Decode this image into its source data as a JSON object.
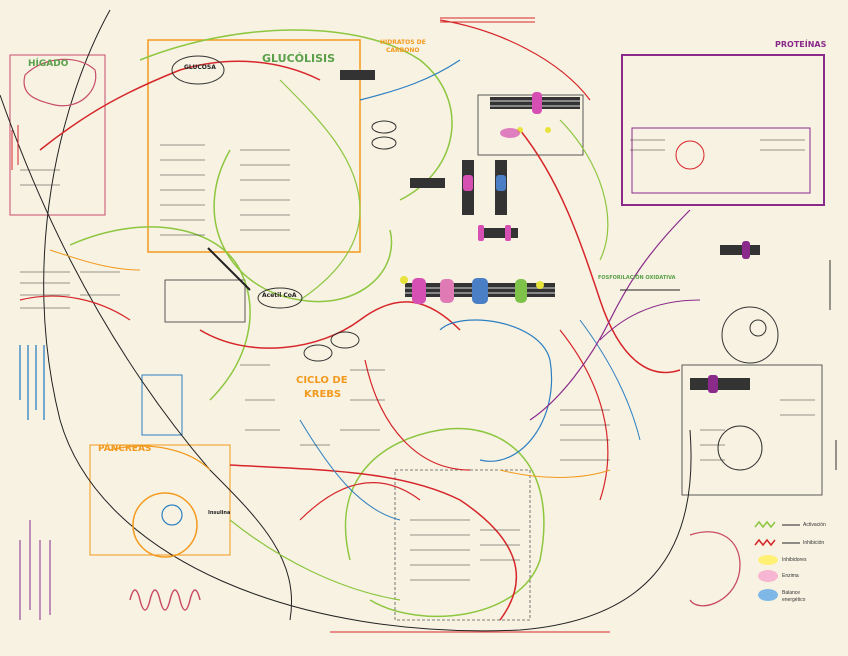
{
  "labels": {
    "glucolisis": "GLUCÓLISIS",
    "higado": "HÍGADO",
    "ciclo_krebs_line1": "CICLO DE",
    "ciclo_krebs_line2": "KREBS",
    "pancreas": "PÁNCREAS",
    "proteinas": "PROTEÍNAS",
    "hidratos_line1": "HIDRATOS DE",
    "hidratos_line2": "CARBONO",
    "acetil_coa": "Acetil CoA",
    "glucosa": "GLUCOSA",
    "insulina": "Insulina",
    "fosforilacion_oxidativa": "FOSFORILACIÓN OXIDATIVA"
  },
  "legend": {
    "activacion": "Activación",
    "inhibicion": "Inhibición",
    "inhibidores": "Inhibidores",
    "enzima": "Enzima",
    "balance_line1": "Balance",
    "balance_line2": "energético"
  },
  "colors": {
    "background": "#f7f2e2",
    "red": "#d7262a",
    "green": "#8dc63f",
    "blue": "#2d7fc1",
    "orange": "#f39a1e",
    "purple": "#8a2a8a",
    "black": "#222222",
    "highlight_yellow": "#fff176",
    "highlight_pink": "#f7b6d2",
    "highlight_blue": "#7fb8e6"
  }
}
